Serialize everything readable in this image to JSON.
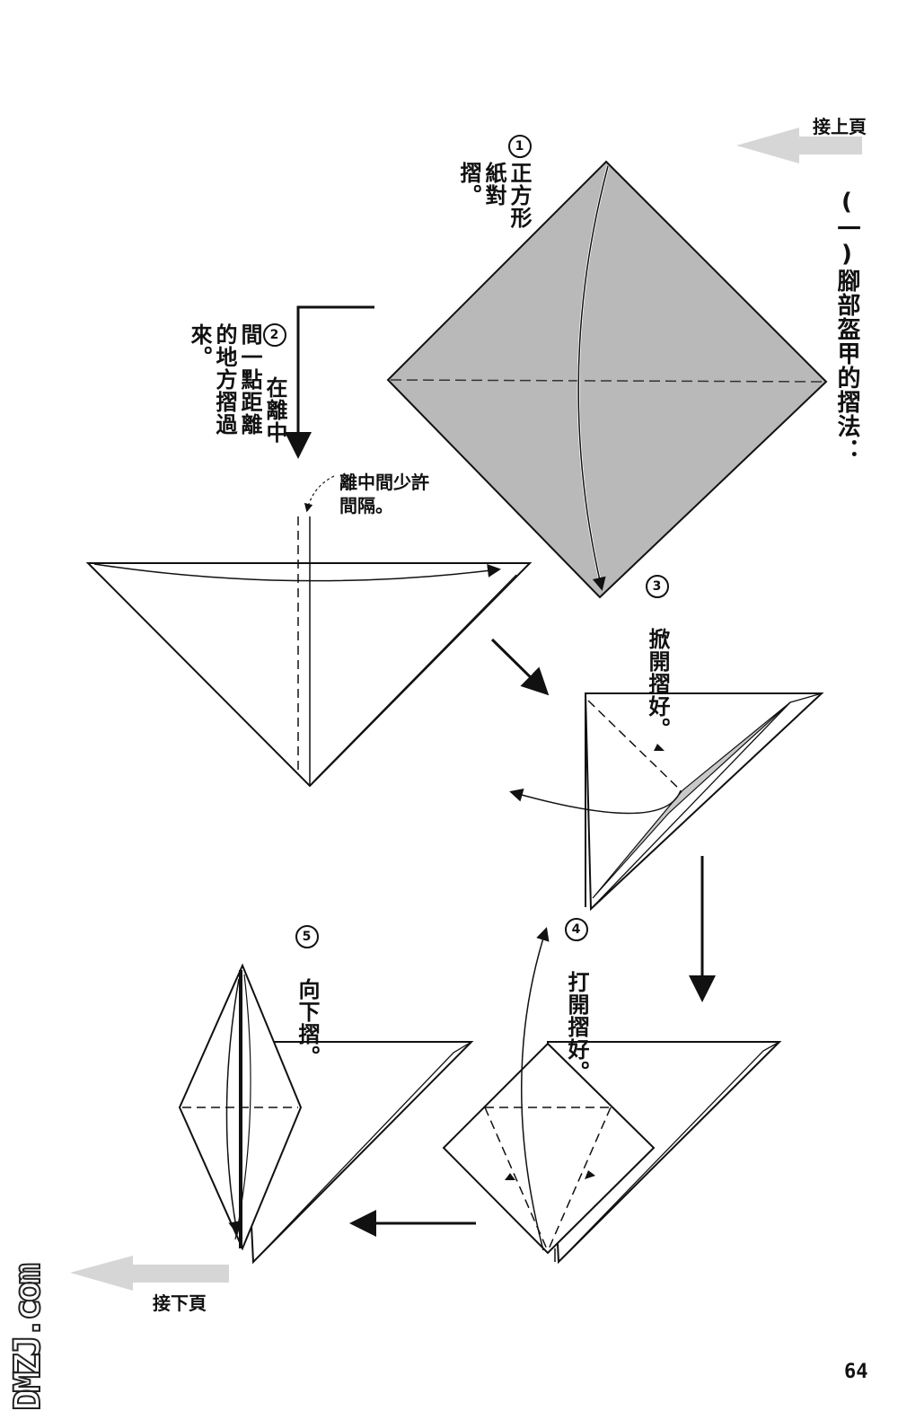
{
  "nav": {
    "prev_page": "接上頁",
    "next_page": "接下頁"
  },
  "section_title": "(一)腳部盔甲的摺法：",
  "steps": [
    {
      "num": "1",
      "text": "正方形紙對摺。"
    },
    {
      "num": "2",
      "text": "在離中間一點距離的地方摺過來。"
    },
    {
      "num": "3",
      "text": "掀開摺好。"
    },
    {
      "num": "4",
      "text": "打開摺好。"
    },
    {
      "num": "5",
      "text": "向下摺。"
    }
  ],
  "annotation": "離中間少許間隔。",
  "page_number": "64",
  "watermark": "DMZJ.com",
  "colors": {
    "paper_shade": "#b9b9b9",
    "line": "#111111",
    "nav_arrow": "#d6d6d6"
  }
}
